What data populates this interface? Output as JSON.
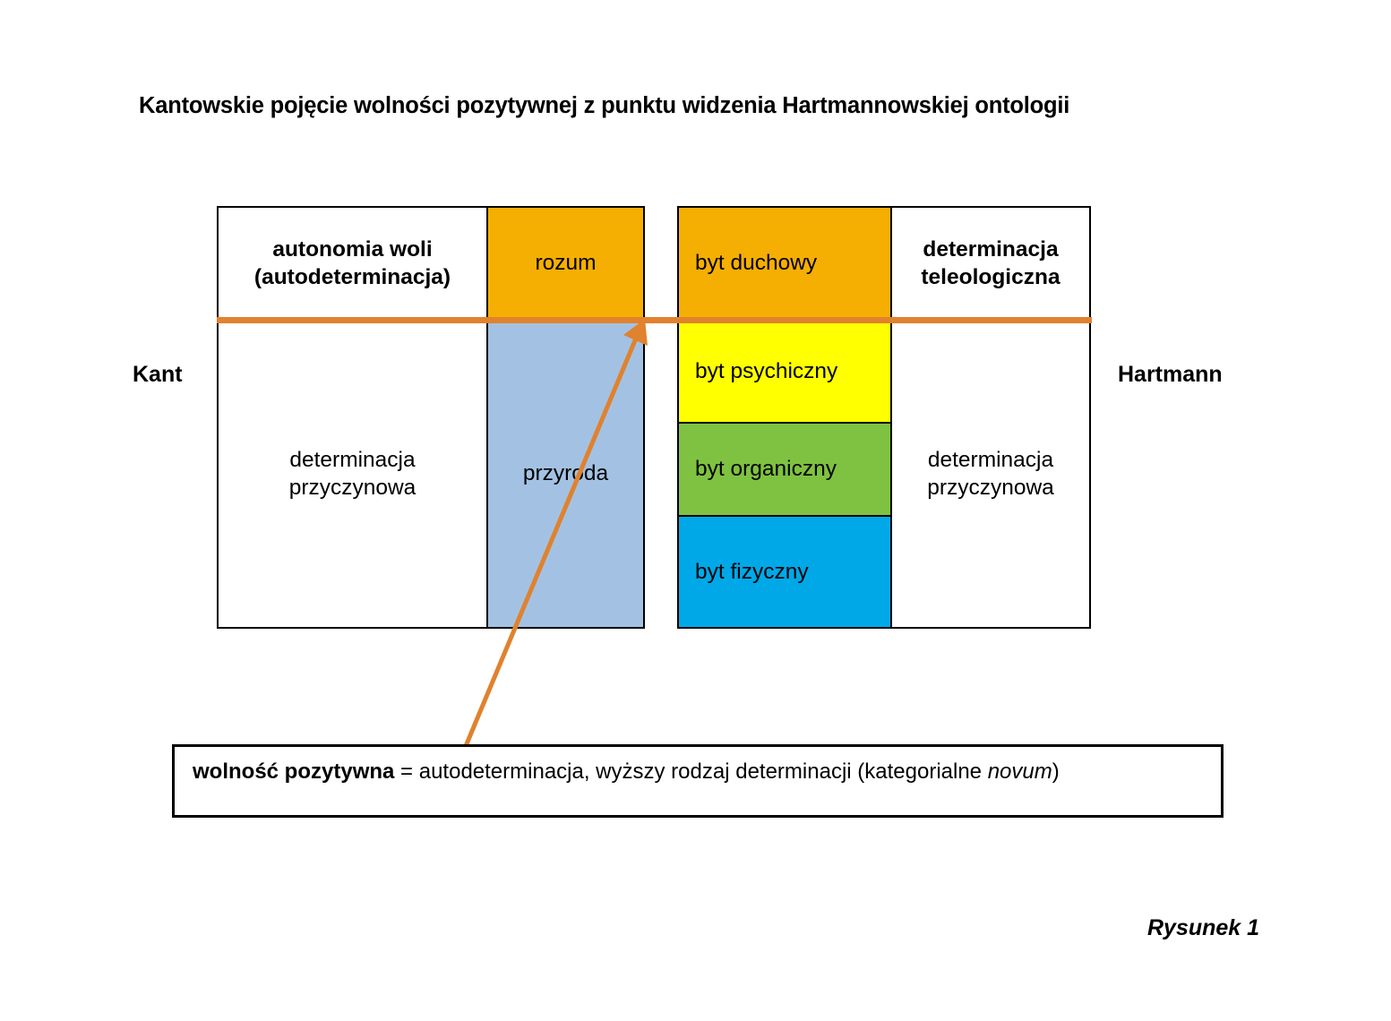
{
  "figure": {
    "title": "Kantowskie pojęcie wolności pozytywnej z punktu widzenia Hartmannowskiej ontologii",
    "caption": "Rysunek 1"
  },
  "side_labels": {
    "left": "Kant",
    "right": "Hartmann"
  },
  "colors": {
    "orange": "#F5AF02",
    "yellow": "#FFFF00",
    "green": "#7FC241",
    "blue": "#00A8E8",
    "steel_blue": "#A3C2E3",
    "divider_line": "#E0822E",
    "arrow": "#E0822E",
    "border": "#000000"
  },
  "kant_table": {
    "autonomy_cell": "autonomia woli\n(autodeterminacja)",
    "autonomy_line1": "autonomia woli",
    "autonomy_line2": "(autodeterminacja)",
    "reason_cell": "rozum",
    "causal_line1": "determinacja",
    "causal_line2": "przyczynowa",
    "nature_cell": "przyroda"
  },
  "hartmann_table": {
    "strata": [
      {
        "label": "byt duchowy",
        "color": "#F5AF02"
      },
      {
        "label": "byt psychiczny",
        "color": "#FFFF00"
      },
      {
        "label": "byt organiczny",
        "color": "#7FC241"
      },
      {
        "label": "byt fizyczny",
        "color": "#00A8E8"
      }
    ],
    "teleological_line1": "determinacja",
    "teleological_line2": "teleologiczna",
    "causal_line1": "determinacja",
    "causal_line2": "przyczynowa"
  },
  "definition": {
    "term": "wolność pozytywna",
    "equals": " = ",
    "body": "autodeterminacja, wyższy rodzaj determinacji (kategorialne ",
    "emphasis": "novum",
    "tail": ")"
  }
}
